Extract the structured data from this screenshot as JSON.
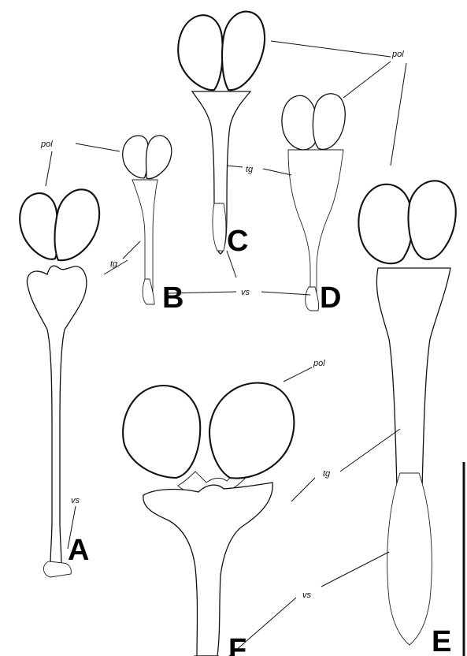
{
  "figure": {
    "abbreviations": {
      "pollinium": "pol",
      "tegula": "tg",
      "viscidium": "vs"
    },
    "panels": [
      {
        "id": "A",
        "label": "A"
      },
      {
        "id": "B",
        "label": "B"
      },
      {
        "id": "C",
        "label": "C"
      },
      {
        "id": "D",
        "label": "D"
      },
      {
        "id": "E",
        "label": "E"
      },
      {
        "id": "F",
        "label": "F"
      }
    ]
  }
}
